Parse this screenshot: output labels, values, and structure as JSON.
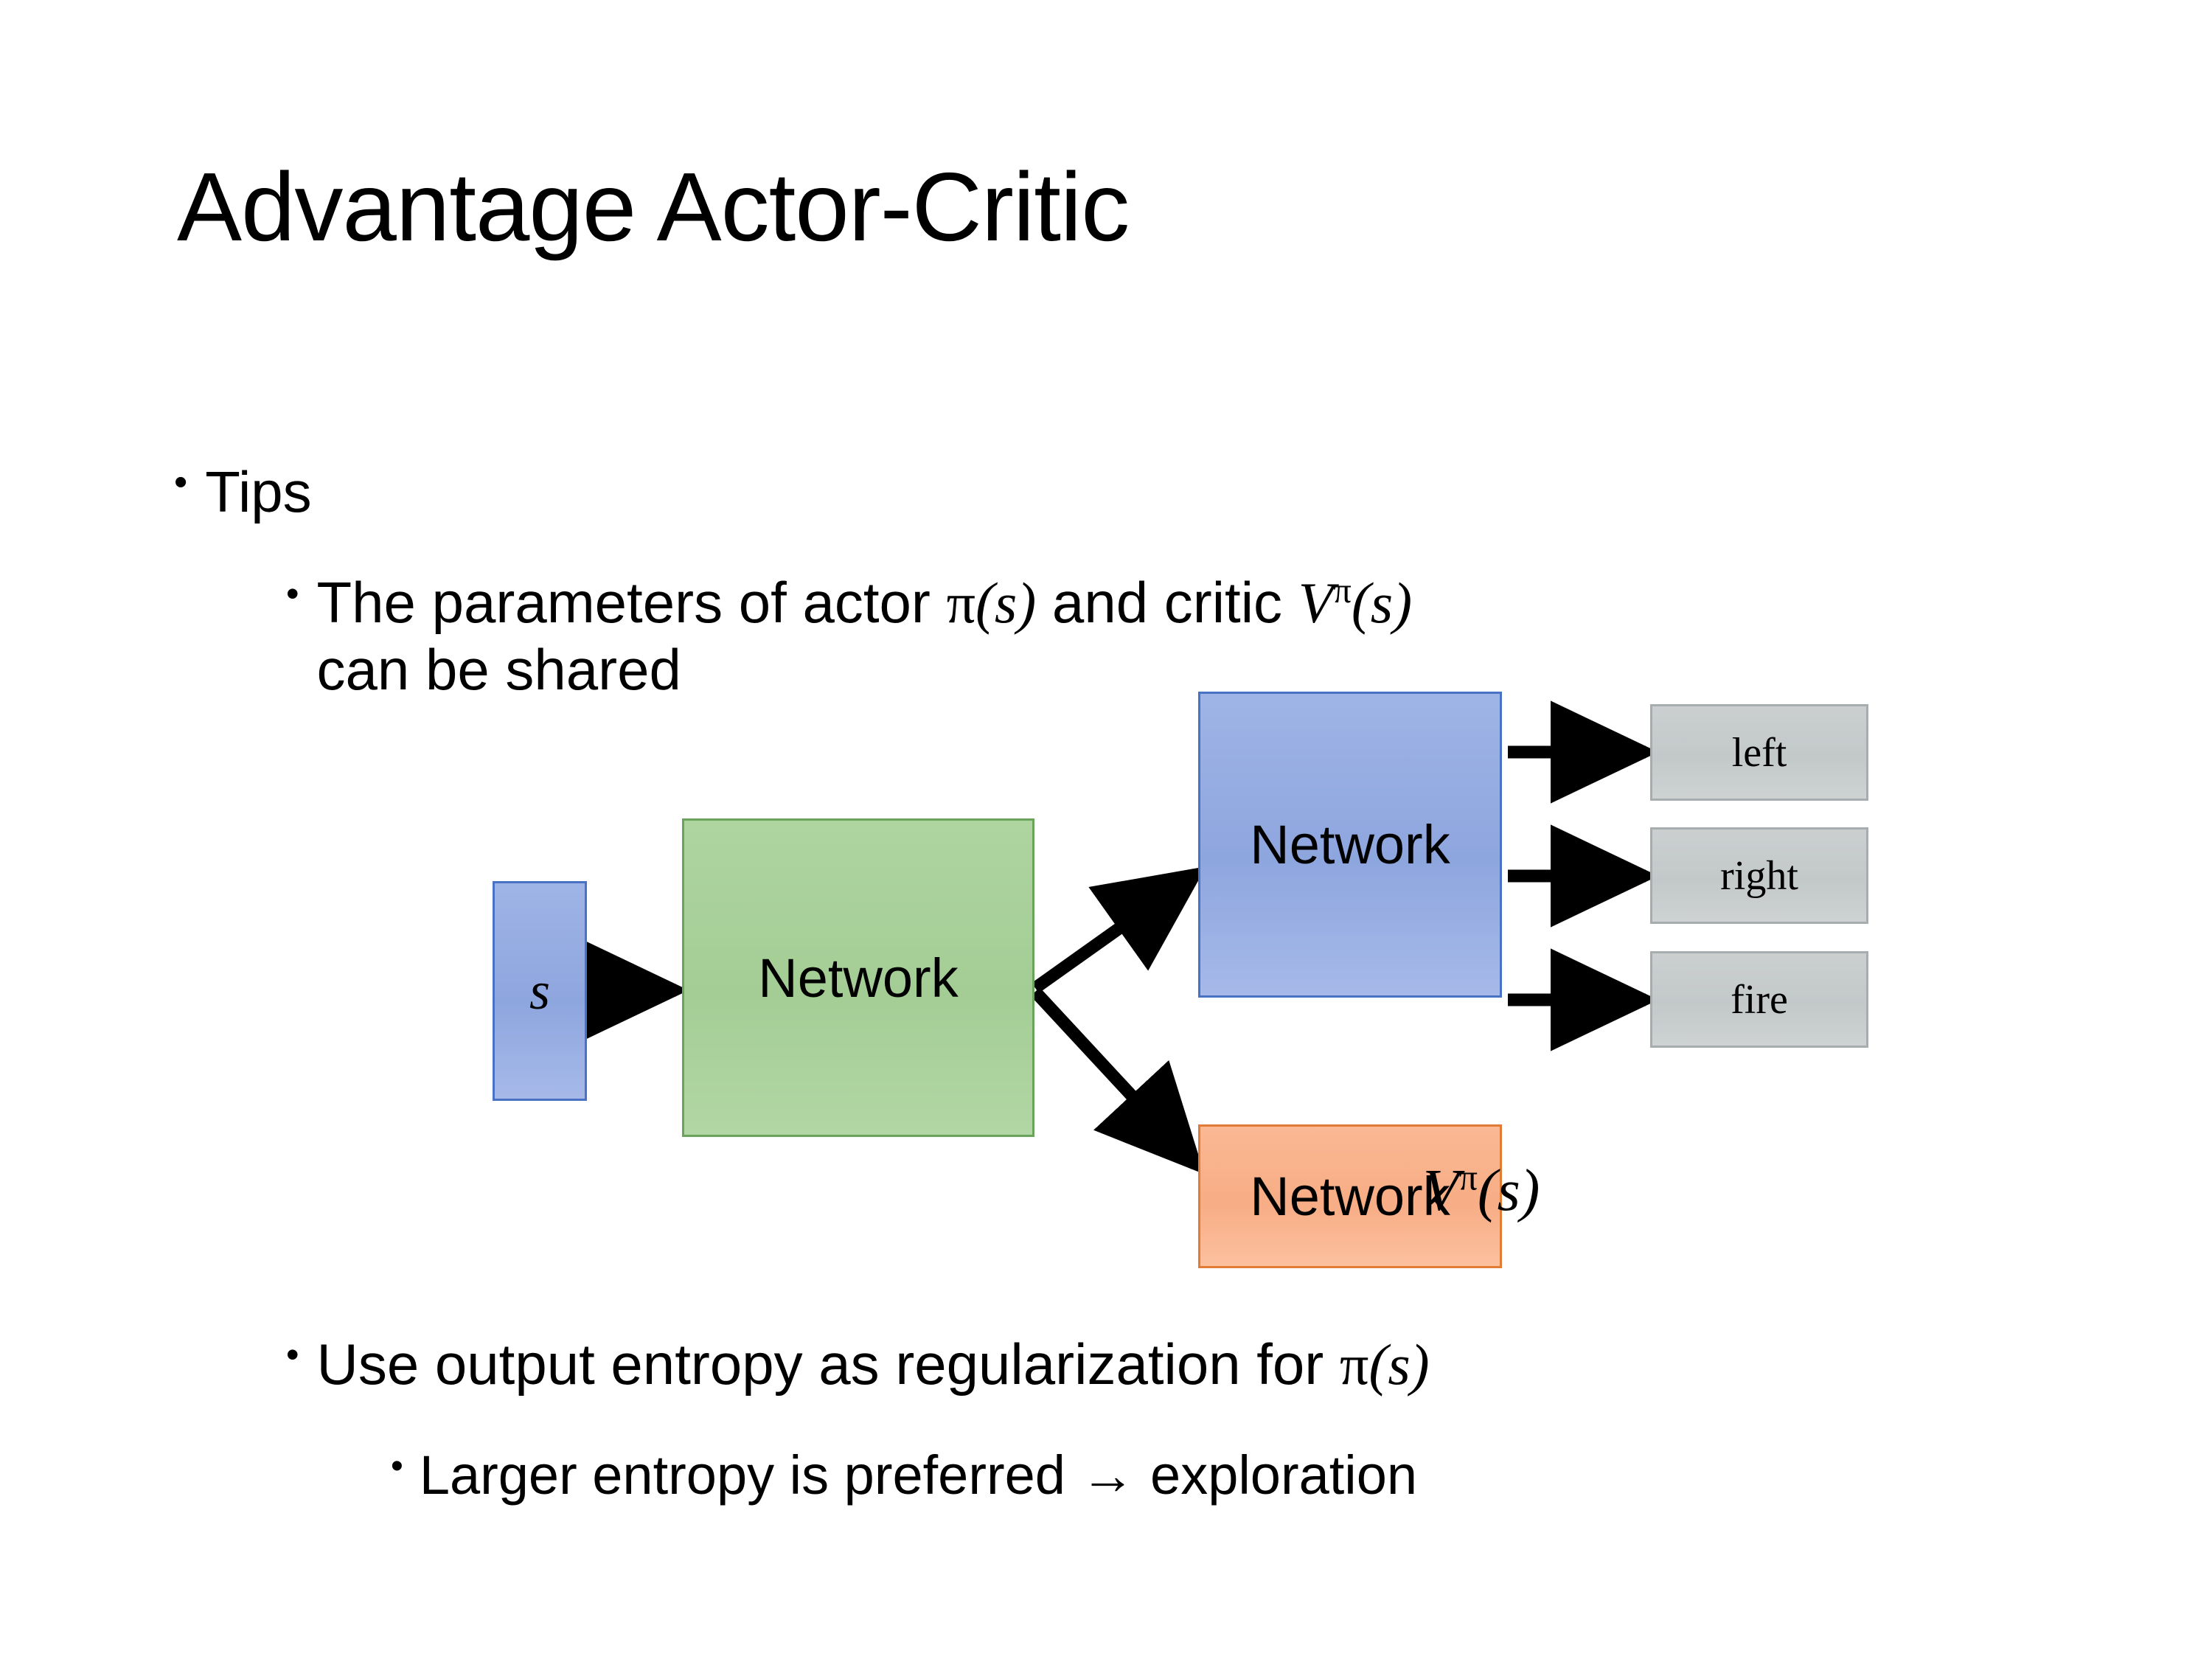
{
  "slide": {
    "title": "Advantage Actor-Critic",
    "bullet_marker": "•"
  },
  "bullets": {
    "tips": "Tips",
    "shared_line1_pre": "The parameters of actor ",
    "shared_pi": "π",
    "shared_pi_arg": "(s)",
    "shared_mid": "  and critic ",
    "shared_v": "V",
    "shared_v_sup": "π",
    "shared_v_arg": "(s)",
    "shared_line2": "can be shared",
    "entropy_pre": "Use output entropy as regularization for ",
    "entropy_pi": "π",
    "entropy_pi_arg": "(s)",
    "larger": "Larger entropy is preferred → exploration"
  },
  "diagram": {
    "state_label": "s",
    "shared_network_label": "Network",
    "actor_network_label": "Network",
    "critic_network_label": "Network",
    "outputs": [
      {
        "name": "left",
        "label": "left"
      },
      {
        "name": "right",
        "label": "right"
      },
      {
        "name": "fire",
        "label": "fire"
      }
    ],
    "critic_output": {
      "symbol": "V",
      "superscript": "π",
      "argument": "(s)"
    },
    "colors": {
      "state_fill": "#8ea6de",
      "state_border": "#4a72c4",
      "shared_fill": "#a4cd95",
      "shared_border": "#6aa35b",
      "actor_fill": "#8ea6de",
      "actor_border": "#4a72c4",
      "critic_fill": "#f7ad85",
      "critic_border": "#e07c35",
      "output_fill": "#c3c8c9",
      "output_border": "#a7acae",
      "arrow": "#000000",
      "text": "#000000",
      "background": "#ffffff"
    }
  }
}
